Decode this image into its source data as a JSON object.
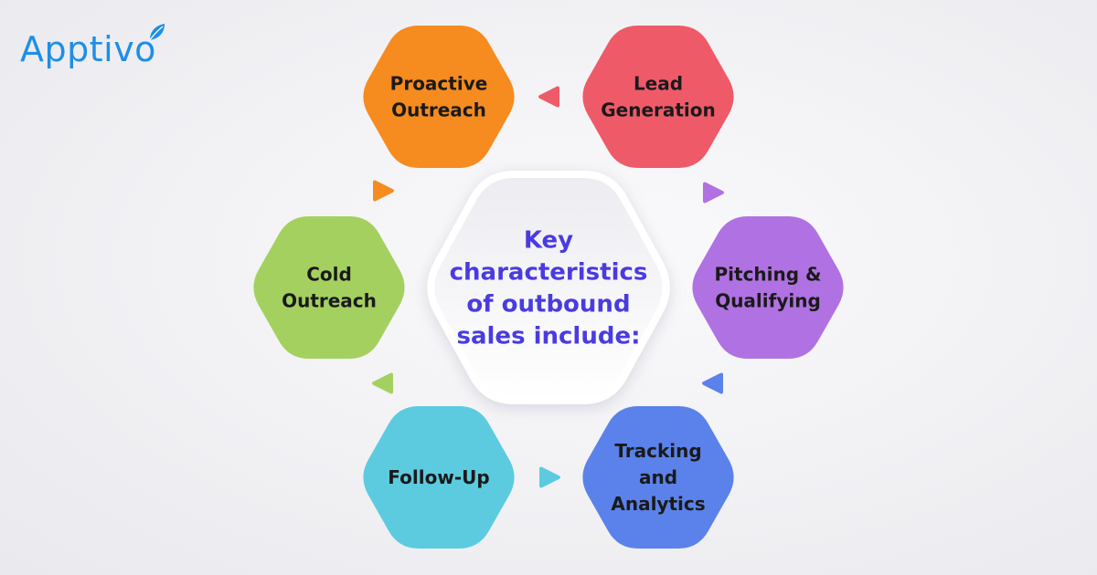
{
  "brand": {
    "name": "Apptivo",
    "color": "#1f8ee5"
  },
  "center": {
    "lines": [
      "Key",
      "characteristics",
      "of outbound",
      "sales include:"
    ],
    "text_color": "#4a3be0"
  },
  "nodes": [
    {
      "id": "proactive-outreach",
      "lines": [
        "Proactive",
        "Outreach"
      ],
      "color": "#f68b1f"
    },
    {
      "id": "lead-generation",
      "lines": [
        "Lead",
        "Generation"
      ],
      "color": "#ef5a69"
    },
    {
      "id": "pitching-qualifying",
      "lines": [
        "Pitching &",
        "Qualifying"
      ],
      "color": "#b071e2"
    },
    {
      "id": "tracking-analytics",
      "lines": [
        "Tracking",
        "and",
        "Analytics"
      ],
      "color": "#5b82ea"
    },
    {
      "id": "follow-up",
      "lines": [
        "Follow-Up"
      ],
      "color": "#5ccbe0"
    },
    {
      "id": "cold-outreach",
      "lines": [
        "Cold",
        "Outreach"
      ],
      "color": "#a4d060"
    }
  ],
  "arrows": [
    {
      "id": "lead-to-proactive",
      "direction": "left",
      "color": "#ef5a69"
    },
    {
      "id": "lead-to-pitching",
      "direction": "right",
      "color": "#b071e2"
    },
    {
      "id": "pitching-to-tracking",
      "direction": "left",
      "color": "#5b82ea"
    },
    {
      "id": "followup-to-tracking",
      "direction": "right",
      "color": "#5ccbe0"
    },
    {
      "id": "cold-to-followup",
      "direction": "left",
      "color": "#a4d060"
    },
    {
      "id": "cold-to-proactive",
      "direction": "right",
      "color": "#f68b1f"
    }
  ]
}
